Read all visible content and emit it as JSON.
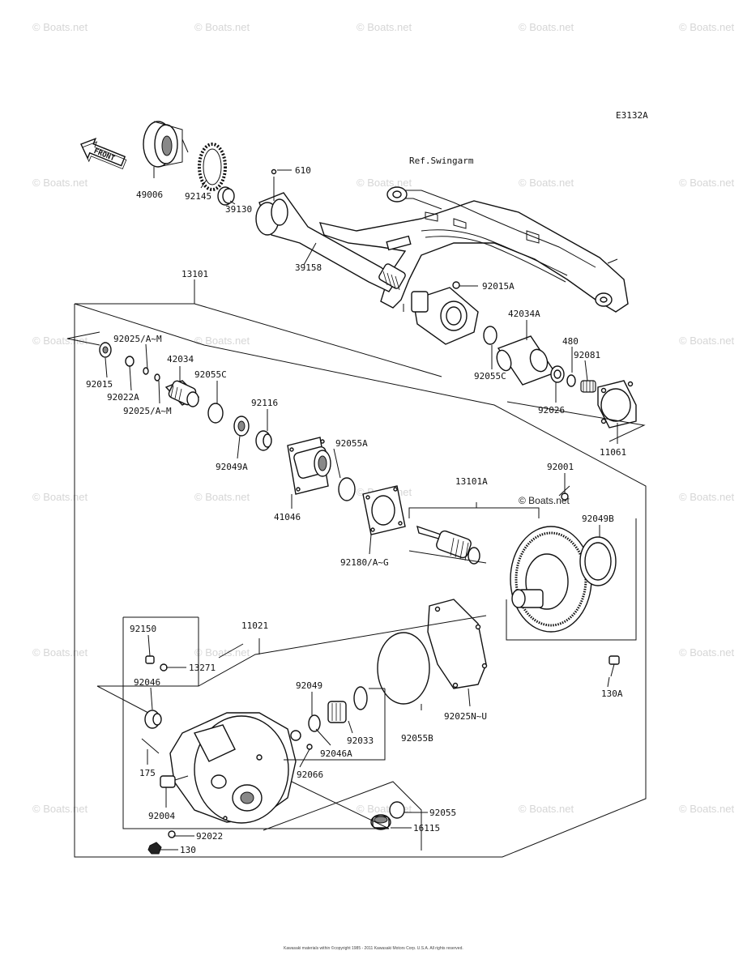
{
  "diagram_code": "E3132A",
  "front_label": "FRONT",
  "ref_label": "Ref.Swingarm",
  "watermark": "© Boats.net",
  "footer_text": "Kawasaki materials within ©copyright 1985 - 2011 Kawasaki Motors Corp. U.S.A. All rights reserved.",
  "parts": {
    "p49006": "49006",
    "p92145": "92145",
    "p39130": "39130",
    "p610": "610",
    "p39158": "39158",
    "p13101": "13101",
    "p92015A": "92015A",
    "p42034A": "42034A",
    "p480": "480",
    "p92081": "92081",
    "p92055C_r": "92055C",
    "p92026": "92026",
    "p11061": "11061",
    "p92025AM_t": "92025/A~M",
    "p92015": "92015",
    "p92022A": "92022A",
    "p42034": "42034",
    "p92055C_l": "92055C",
    "p92025AM_b": "92025/A~M",
    "p92116": "92116",
    "p92049A": "92049A",
    "p92055A": "92055A",
    "p41046": "41046",
    "p92180": "92180/A~G",
    "p13101A": "13101A",
    "p92001": "92001",
    "p92049B": "92049B",
    "p130A": "130A",
    "p11021": "11021",
    "p92150": "92150",
    "p13271": "13271",
    "p92046": "92046",
    "p92049": "92049",
    "p92033": "92033",
    "p92046A": "92046A",
    "p92066": "92066",
    "p92055B": "92055B",
    "p92025NU": "92025N~U",
    "p175": "175",
    "p92004": "92004",
    "p92022": "92022",
    "p130": "130",
    "p92055": "92055",
    "p16115": "16115"
  }
}
